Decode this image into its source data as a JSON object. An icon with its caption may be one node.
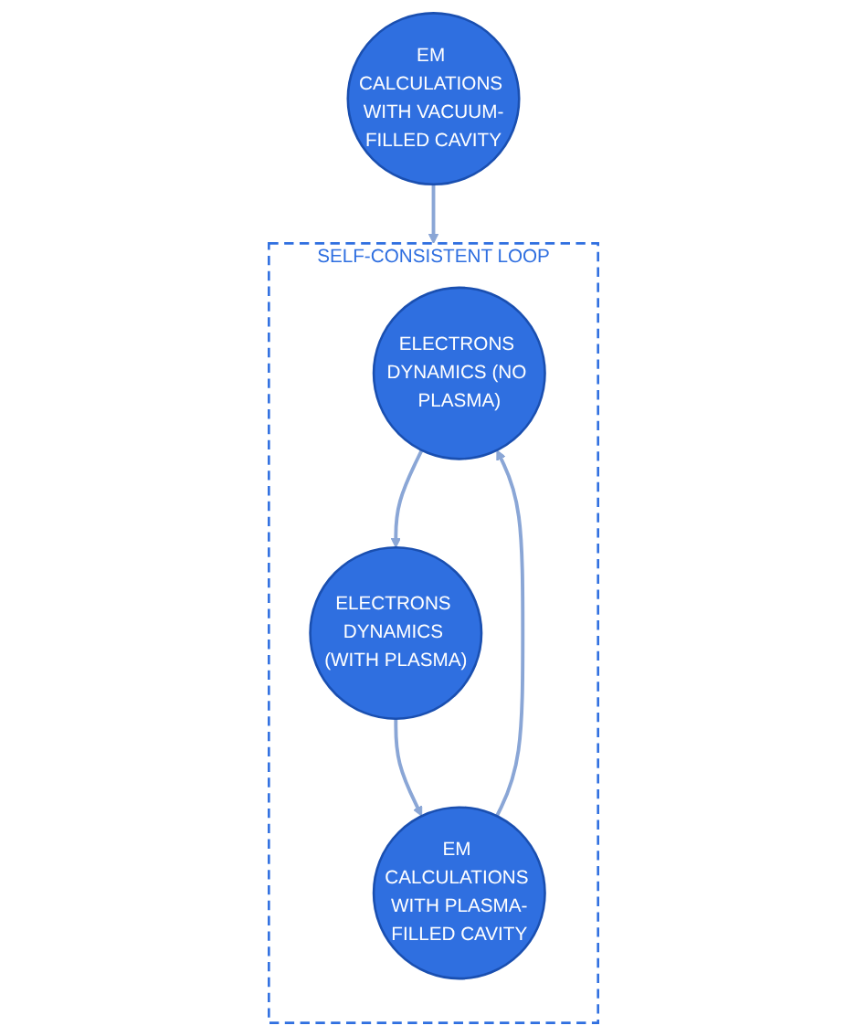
{
  "diagram": {
    "nodes": [
      {
        "text": [
          "EM CALCULATIONS WITH VACUUM-FILLED CAVITY"
        ]
      },
      {
        "text": [
          "SELF-CONSISTENT LOOP"
        ]
      },
      {
        "text": [
          "ELECTRONS DYNAMICS (NO PLASMA)"
        ],
        "in": 1
      },
      {
        "text": [
          "ELECTRONS DYNAMICS (WITH PLASMA)"
        ],
        "in": 1
      },
      {
        "text": [
          "EM CALCULATIONS WITH PLASMA-FILLED CAVITY"
        ],
        "in": 1
      }
    ],
    "edges": [
      {
        "from": 0,
        "to": 1,
        "arrow": "to"
      },
      {
        "from": 2,
        "to": 3,
        "arrow": "to"
      },
      {
        "from": 3,
        "to": 4,
        "arrow": "to"
      },
      {
        "from": 4,
        "to": 2,
        "arrow": "to"
      }
    ]
  }
}
